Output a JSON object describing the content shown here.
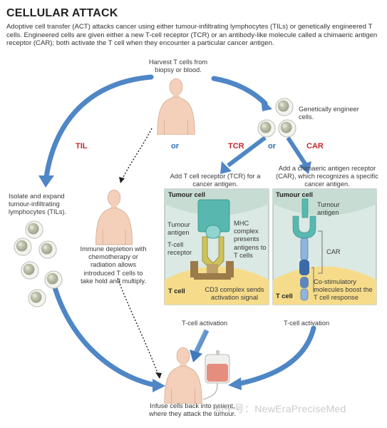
{
  "title": "CELLULAR ATTACK",
  "intro": "Adoptive cell transfer (ACT) attacks cancer using either tumour-infiltrating lymphocytes (TILs) or genetically engineered T cells. Engineered cells are given either a new T-cell receptor (TCR) or an antibody-like molecule called a chimaeric antigen receptor (CAR); both activate the T cell when they encounter a particular cancer antigen.",
  "harvest": "Harvest T cells from biopsy or blood.",
  "genetically": "Genetically engineer cells.",
  "branch_labels": {
    "til": "TIL",
    "or1": "or",
    "tcr": "TCR",
    "or2": "or",
    "car": "CAR"
  },
  "isolate": "Isolate and expand tumour-infiltrating lymphocytes (TILs).",
  "immune": "Immune depletion with chemotherapy or radiation allows introduced T cells to take hold and multiply.",
  "tcr_desc": "Add T cell receptor (TCR) for a cancer antigen.",
  "car_desc": "Add a chimaeric antigen receptor (CAR), which recognizes a specific cancer antigen.",
  "tcr_panel": {
    "tumour_cell": "Tumour cell",
    "tumour_antigen": "Tumour antigen",
    "mhc": "MHC complex presents antigens to T cells",
    "tcell_receptor": "T-cell receptor",
    "tcell": "T cell",
    "cd3": "CD3 complex sends activation signal"
  },
  "car_panel": {
    "tumour_cell": "Tumour cell",
    "tumour_antigen": "Tumour antigen",
    "car": "CAR",
    "costim": "Co-stimulatory molecules boost the T cell response",
    "tcell": "T cell"
  },
  "activation_left": "T-cell activation",
  "activation_right": "T-cell activation",
  "infuse": "Infuse cells back into patient, where they attack the tumour.",
  "watermark": "知乎号：NewEraPreciseMed",
  "colors": {
    "arrow_blue": "#4f86c6",
    "label_red": "#c3282e",
    "label_blue": "#2f6fb6",
    "skin": "#f4cfb9",
    "panel_bg": "#dbe9e4",
    "tumour": "#c7dcd2",
    "tcell": "#f6dc8a",
    "receptor": "#cfc25a",
    "mhc": "#58b8b0",
    "car_blue": "#3b6aa6"
  }
}
